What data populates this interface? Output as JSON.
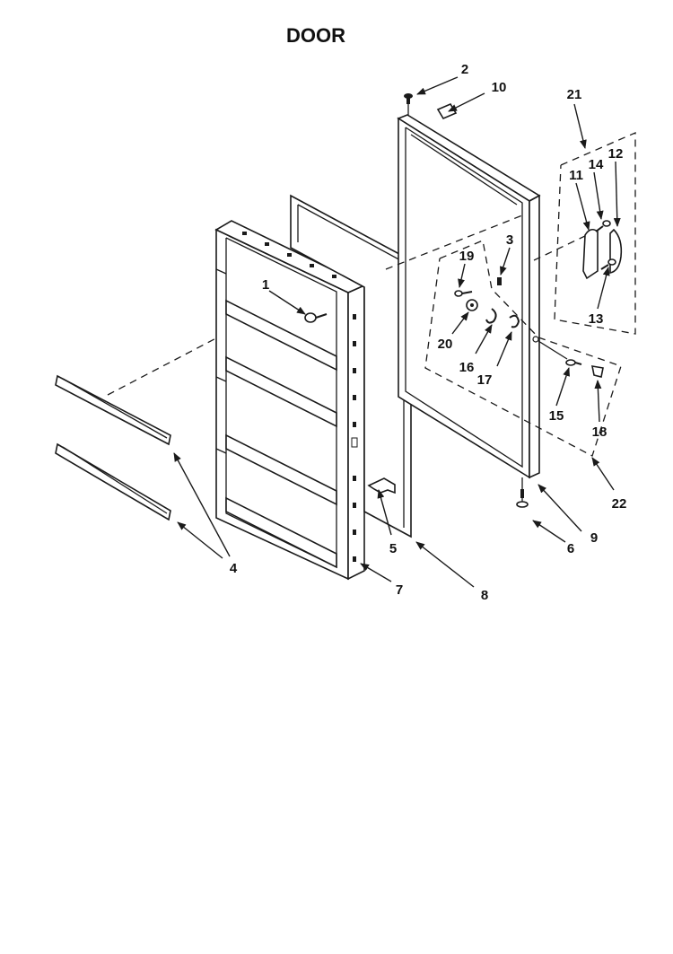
{
  "title": "DOOR",
  "callouts": [
    "1",
    "2",
    "3",
    "4",
    "5",
    "6",
    "7",
    "8",
    "9",
    "10",
    "11",
    "12",
    "13",
    "14",
    "15",
    "16",
    "17",
    "18",
    "19",
    "20",
    "21",
    "22"
  ],
  "colors": {
    "ink": "#1a1a1a",
    "paper": "#ffffff"
  }
}
